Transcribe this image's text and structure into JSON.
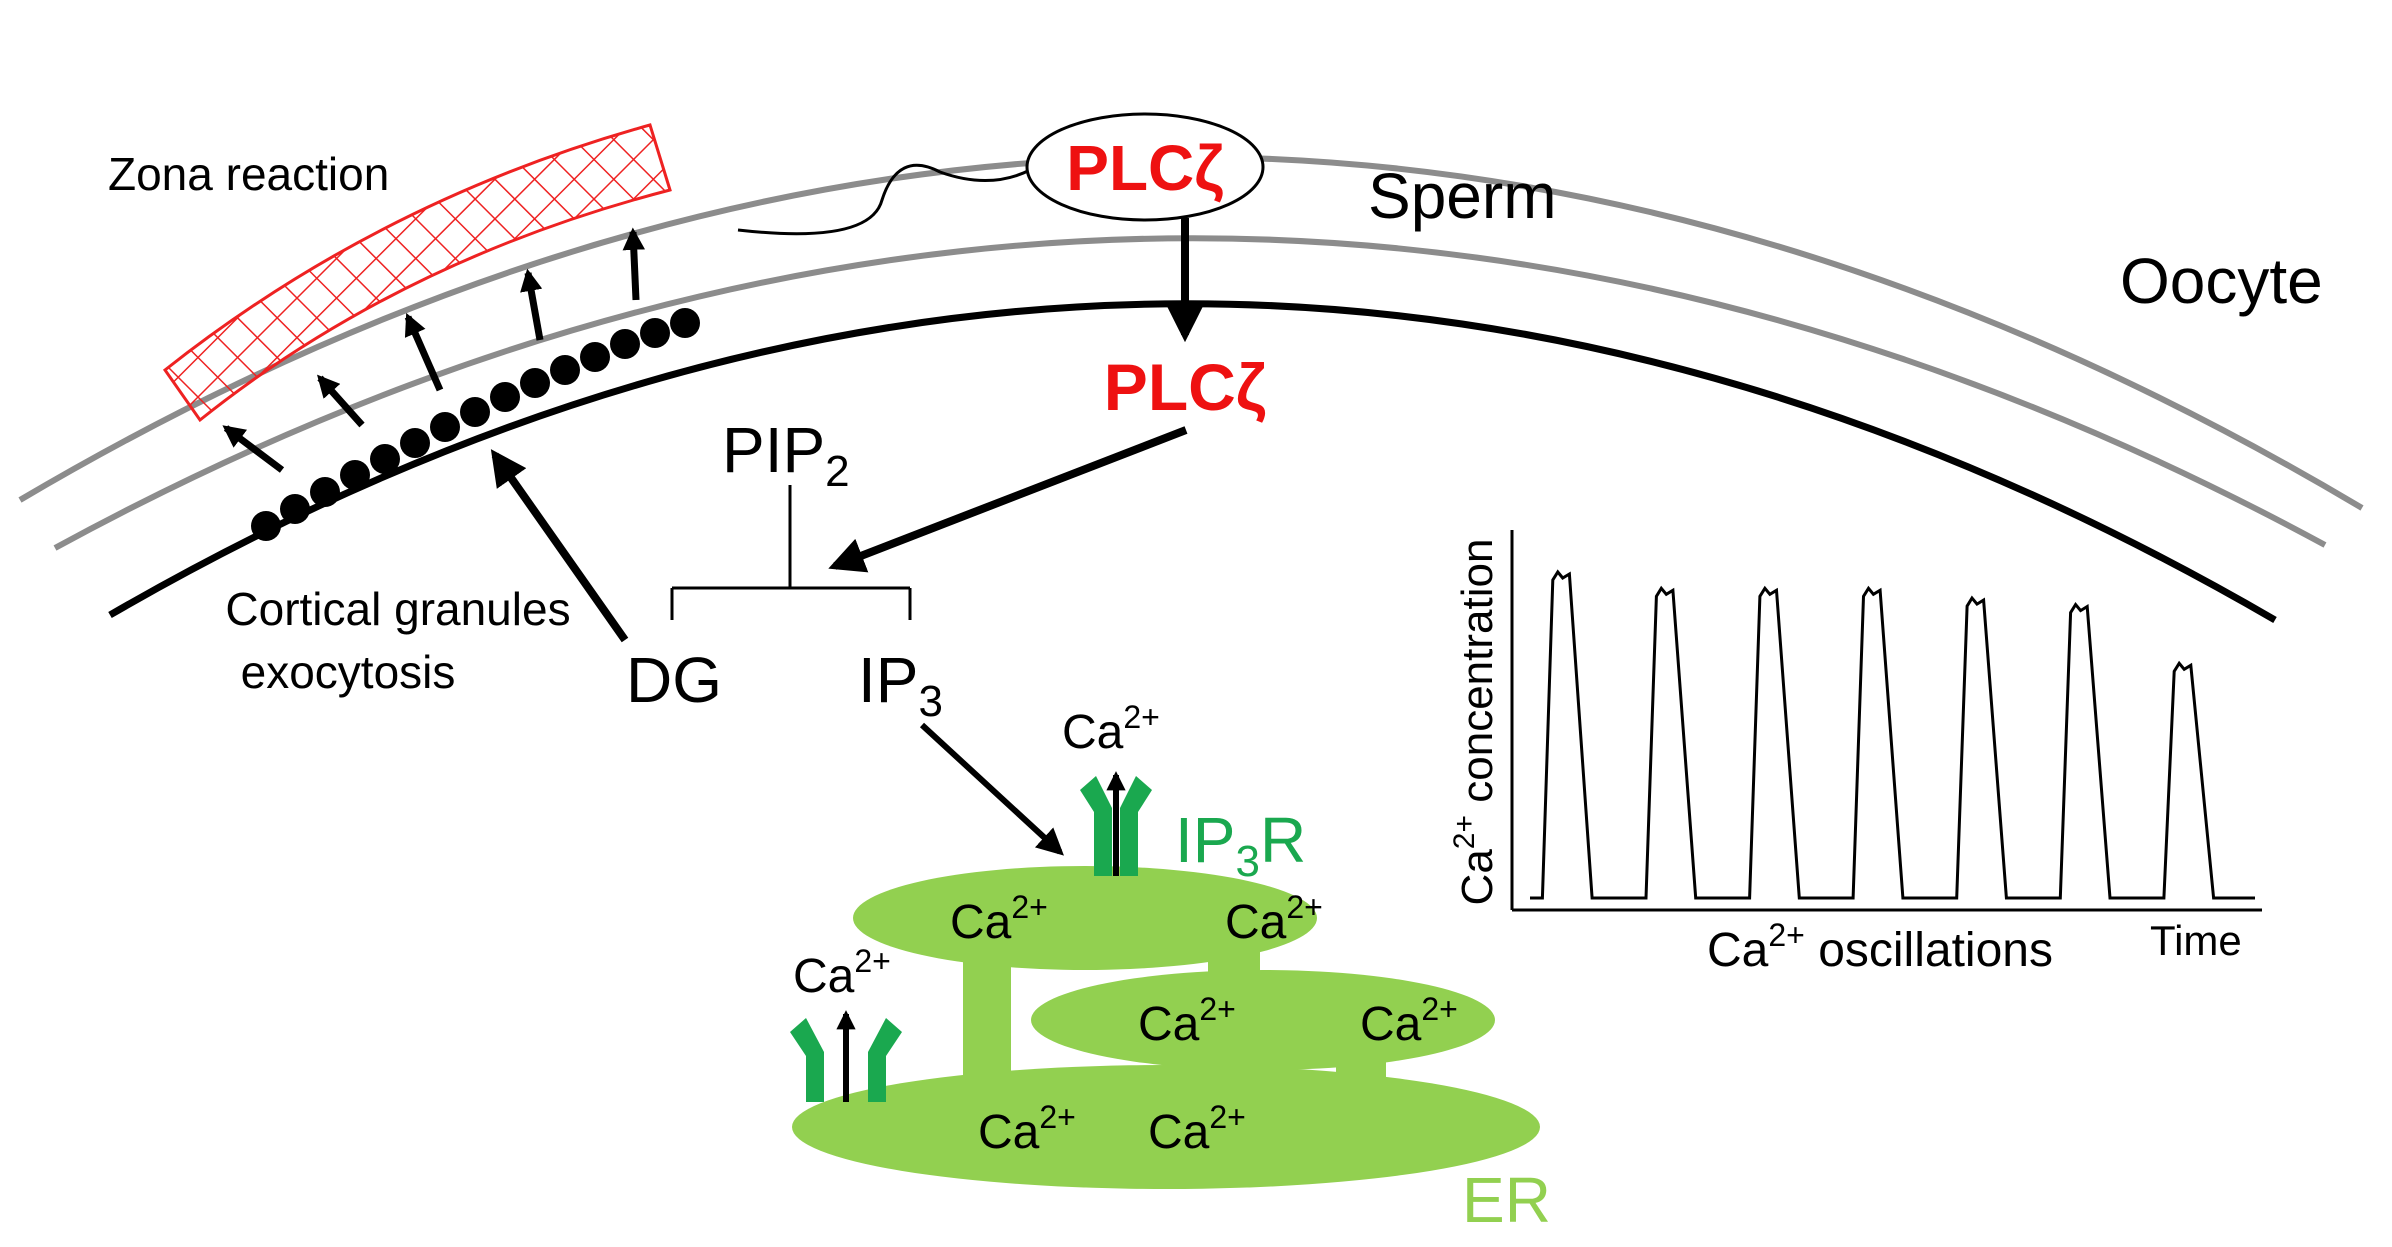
{
  "labels": {
    "zona_reaction": "Zona reaction",
    "sperm": "Sperm",
    "oocyte": "Oocyte",
    "plc_sperm": "PLCζ",
    "plc_oocyte": "PLCζ",
    "pip": "PIP",
    "pip_sub": "2",
    "cortical_line1": "Cortical granules",
    "cortical_line2": "exocytosis",
    "dg": "DG",
    "ip": "IP",
    "ip_sub": "3",
    "ip3r_ip": "IP",
    "ip3r_sub": "3",
    "ip3r_r": "R",
    "ca_base": "Ca",
    "ca_sup": "2+",
    "er": "ER"
  },
  "chart": {
    "ylabel_base": "Ca",
    "ylabel_sup": "2+",
    "ylabel_rest": " concentration",
    "xlabel_base": "Ca",
    "xlabel_sup": "2+",
    "xlabel_rest": " oscillations",
    "time_label": "Time"
  },
  "chart_data": {
    "type": "line",
    "title": "",
    "series": [
      {
        "name": "",
        "peaks": [
          1.0,
          0.95,
          0.95,
          0.95,
          0.92,
          0.9,
          0.72
        ],
        "baseline": 0.0
      }
    ]
  },
  "colors": {
    "plc_red": "#ee1111",
    "ip3r_green": "#1aa84f",
    "er_green": "#92d050",
    "zona_hatch": "#ee2222",
    "membrane_grey": "#8c8c8c"
  }
}
